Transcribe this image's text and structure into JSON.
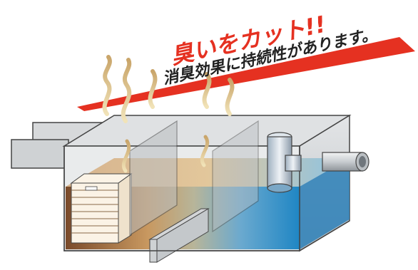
{
  "headline": "臭いをカット!!",
  "subline": "消臭効果に持続性があります。",
  "colors": {
    "accent_red": "#e53121",
    "text_dark": "#222222",
    "tank_wall": "#cfd2d4",
    "liquid_brown": "#8a5a34",
    "liquid_tan": "#d9b27a",
    "liquid_blue": "#2f8fc8"
  },
  "icons": [
    "odor-wisp-icon",
    "stacked-filter-pads",
    "t-pipe-fitting",
    "outlet-pipe"
  ]
}
